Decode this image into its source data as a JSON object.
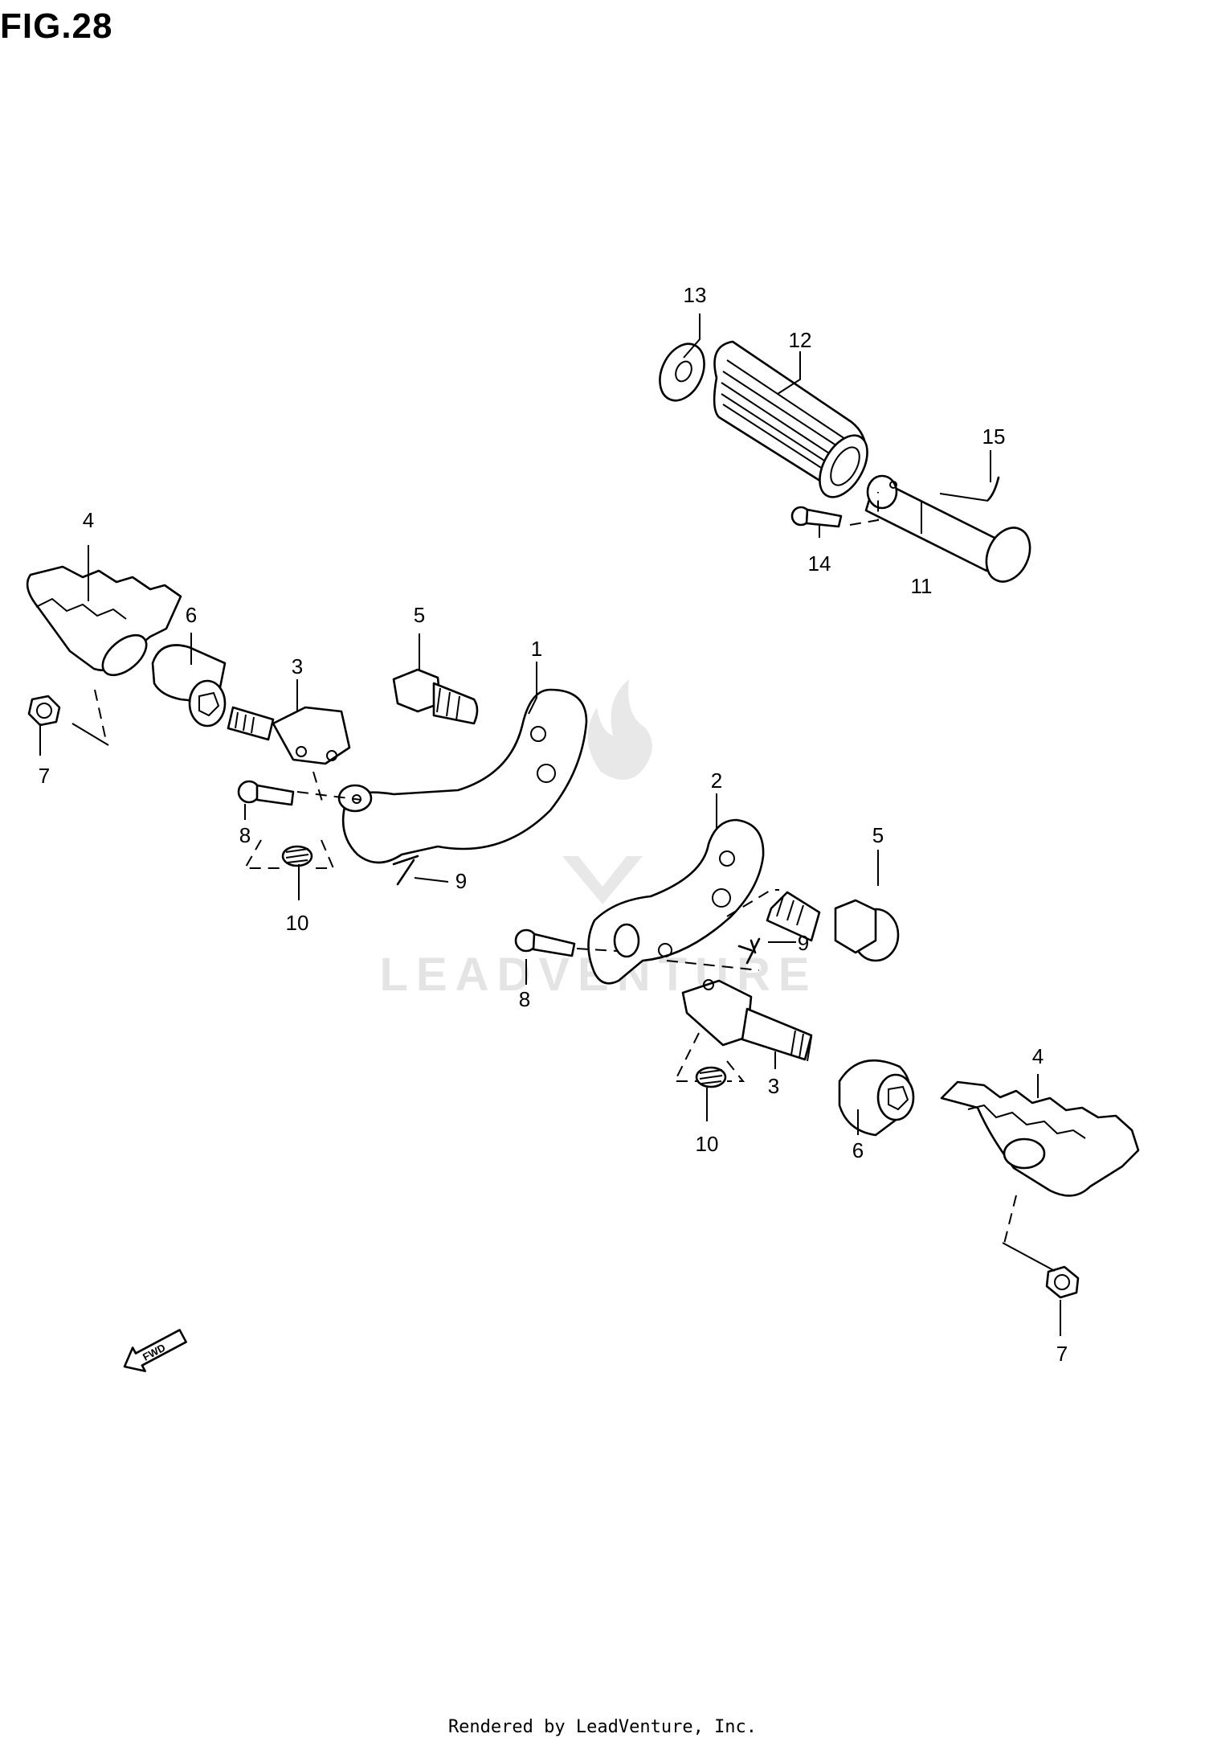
{
  "figure": {
    "title": "FIG.28",
    "watermark": "LEADVENTURE",
    "fwd_label": "FWD",
    "footer": "Rendered by LeadVenture, Inc."
  },
  "callouts": {
    "c1": "1",
    "c2": "2",
    "c3a": "3",
    "c3b": "3",
    "c4a": "4",
    "c4b": "4",
    "c5a": "5",
    "c5b": "5",
    "c6a": "6",
    "c6b": "6",
    "c7a": "7",
    "c7b": "7",
    "c8a": "8",
    "c8b": "8",
    "c9a": "9",
    "c9b": "9",
    "c10a": "10",
    "c10b": "10",
    "c11": "11",
    "c12": "12",
    "c13": "13",
    "c14": "14",
    "c15": "15"
  },
  "icons": [
    "fwd-arrow-icon",
    "leadventure-logo-icon"
  ]
}
